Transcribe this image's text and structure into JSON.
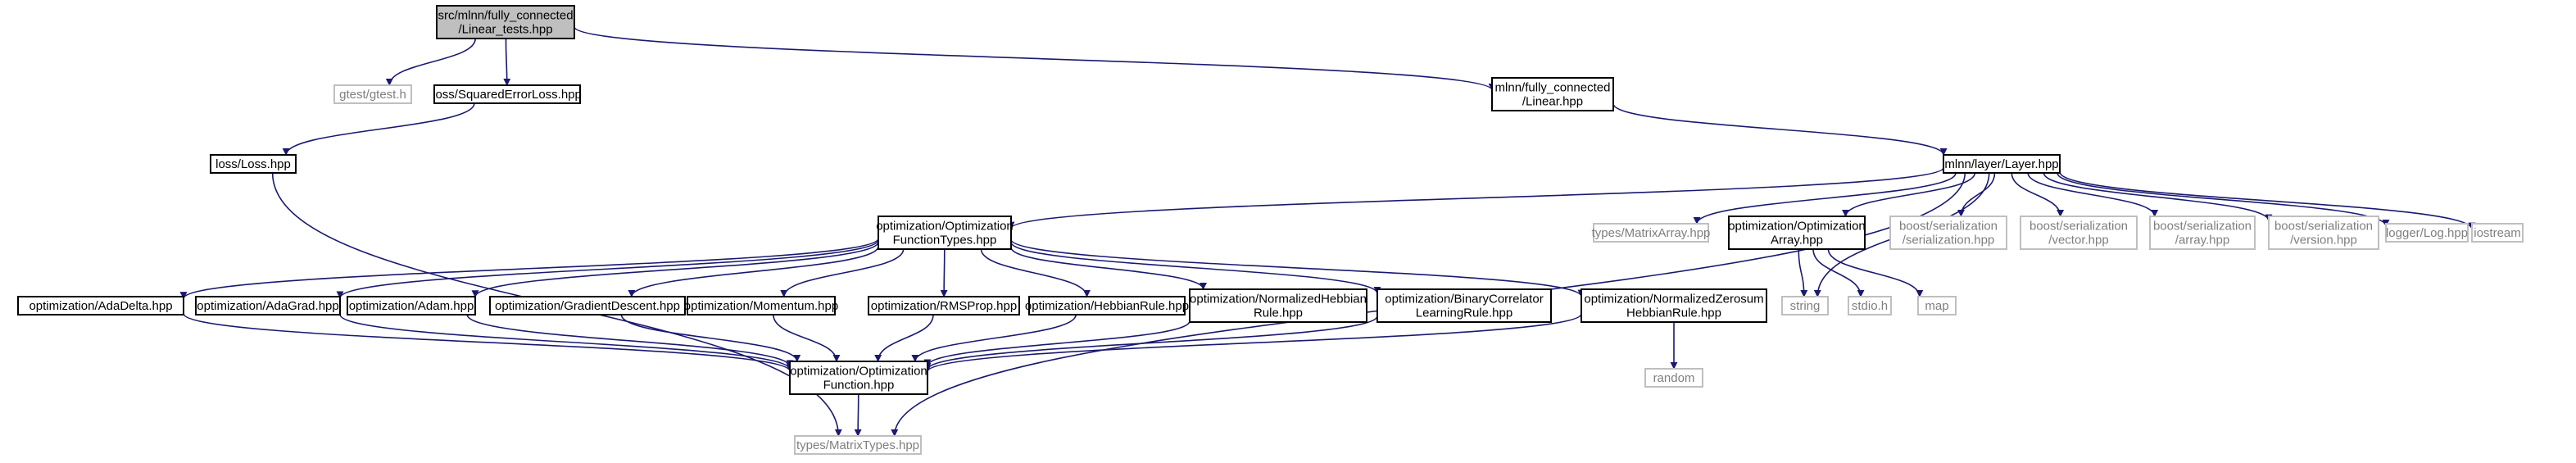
{
  "colors": {
    "edge": "#191970",
    "node_border": "#000000",
    "node_fill": "#ffffff",
    "root_fill": "#bfbfbf",
    "external_border": "#bfbfbf",
    "external_text": "#7f7f7f",
    "text": "#000000"
  },
  "nodes": {
    "root": {
      "lines": [
        "src/mlnn/fully_connected",
        "/Linear_tests.hpp"
      ],
      "kind": "root"
    },
    "gtest": {
      "lines": [
        "gtest/gtest.h"
      ],
      "kind": "external"
    },
    "sqerr": {
      "lines": [
        "loss/SquaredErrorLoss.hpp"
      ],
      "kind": "file"
    },
    "linear": {
      "lines": [
        "mlnn/fully_connected",
        "/Linear.hpp"
      ],
      "kind": "file"
    },
    "loss": {
      "lines": [
        "loss/Loss.hpp"
      ],
      "kind": "file"
    },
    "layer": {
      "lines": [
        "mlnn/layer/Layer.hpp"
      ],
      "kind": "file"
    },
    "oft": {
      "lines": [
        "optimization/Optimization",
        "FunctionTypes.hpp"
      ],
      "kind": "file"
    },
    "matarr": {
      "lines": [
        "types/MatrixArray.hpp"
      ],
      "kind": "external"
    },
    "optarr": {
      "lines": [
        "optimization/Optimization",
        "Array.hpp"
      ],
      "kind": "file"
    },
    "bser": {
      "lines": [
        "boost/serialization",
        "/serialization.hpp"
      ],
      "kind": "external"
    },
    "bvec": {
      "lines": [
        "boost/serialization",
        "/vector.hpp"
      ],
      "kind": "external"
    },
    "barr": {
      "lines": [
        "boost/serialization",
        "/array.hpp"
      ],
      "kind": "external"
    },
    "bver": {
      "lines": [
        "boost/serialization",
        "/version.hpp"
      ],
      "kind": "external"
    },
    "log": {
      "lines": [
        "logger/Log.hpp"
      ],
      "kind": "external"
    },
    "iostream": {
      "lines": [
        "iostream"
      ],
      "kind": "external"
    },
    "adadelta": {
      "lines": [
        "optimization/AdaDelta.hpp"
      ],
      "kind": "file"
    },
    "adagrad": {
      "lines": [
        "optimization/AdaGrad.hpp"
      ],
      "kind": "file"
    },
    "adam": {
      "lines": [
        "optimization/Adam.hpp"
      ],
      "kind": "file"
    },
    "gd": {
      "lines": [
        "optimization/GradientDescent.hpp"
      ],
      "kind": "file"
    },
    "momentum": {
      "lines": [
        "optimization/Momentum.hpp"
      ],
      "kind": "file"
    },
    "rmsprop": {
      "lines": [
        "optimization/RMSProp.hpp"
      ],
      "kind": "file"
    },
    "hebb": {
      "lines": [
        "optimization/HebbianRule.hpp"
      ],
      "kind": "file"
    },
    "nhebb": {
      "lines": [
        "optimization/NormalizedHebbian",
        "Rule.hpp"
      ],
      "kind": "file"
    },
    "bincorr": {
      "lines": [
        "optimization/BinaryCorrelator",
        "LearningRule.hpp"
      ],
      "kind": "file"
    },
    "nzhebb": {
      "lines": [
        "optimization/NormalizedZerosum",
        "HebbianRule.hpp"
      ],
      "kind": "file"
    },
    "string": {
      "lines": [
        "string"
      ],
      "kind": "external"
    },
    "stdio": {
      "lines": [
        "stdio.h"
      ],
      "kind": "external"
    },
    "map": {
      "lines": [
        "map"
      ],
      "kind": "external"
    },
    "optfn": {
      "lines": [
        "optimization/Optimization",
        "Function.hpp"
      ],
      "kind": "file"
    },
    "random": {
      "lines": [
        "random"
      ],
      "kind": "external"
    },
    "mattypes": {
      "lines": [
        "types/MatrixTypes.hpp"
      ],
      "kind": "external"
    }
  },
  "edges": [
    [
      "root",
      "gtest"
    ],
    [
      "root",
      "sqerr"
    ],
    [
      "root",
      "linear"
    ],
    [
      "sqerr",
      "loss"
    ],
    [
      "loss",
      "mattypes"
    ],
    [
      "linear",
      "layer"
    ],
    [
      "layer",
      "oft"
    ],
    [
      "layer",
      "matarr"
    ],
    [
      "layer",
      "optarr"
    ],
    [
      "layer",
      "bser"
    ],
    [
      "layer",
      "bvec"
    ],
    [
      "layer",
      "barr"
    ],
    [
      "layer",
      "bver"
    ],
    [
      "layer",
      "log"
    ],
    [
      "layer",
      "iostream"
    ],
    [
      "layer",
      "string"
    ],
    [
      "layer",
      "mattypes"
    ],
    [
      "oft",
      "adadelta"
    ],
    [
      "oft",
      "adagrad"
    ],
    [
      "oft",
      "adam"
    ],
    [
      "oft",
      "gd"
    ],
    [
      "oft",
      "momentum"
    ],
    [
      "oft",
      "rmsprop"
    ],
    [
      "oft",
      "hebb"
    ],
    [
      "oft",
      "nhebb"
    ],
    [
      "oft",
      "bincorr"
    ],
    [
      "oft",
      "nzhebb"
    ],
    [
      "optarr",
      "string"
    ],
    [
      "optarr",
      "stdio"
    ],
    [
      "optarr",
      "map"
    ],
    [
      "adadelta",
      "optfn"
    ],
    [
      "adagrad",
      "optfn"
    ],
    [
      "adam",
      "optfn"
    ],
    [
      "gd",
      "optfn"
    ],
    [
      "momentum",
      "optfn"
    ],
    [
      "rmsprop",
      "optfn"
    ],
    [
      "hebb",
      "optfn"
    ],
    [
      "nhebb",
      "optfn"
    ],
    [
      "bincorr",
      "optfn"
    ],
    [
      "nzhebb",
      "optfn"
    ],
    [
      "nzhebb",
      "random"
    ],
    [
      "optfn",
      "mattypes"
    ]
  ]
}
